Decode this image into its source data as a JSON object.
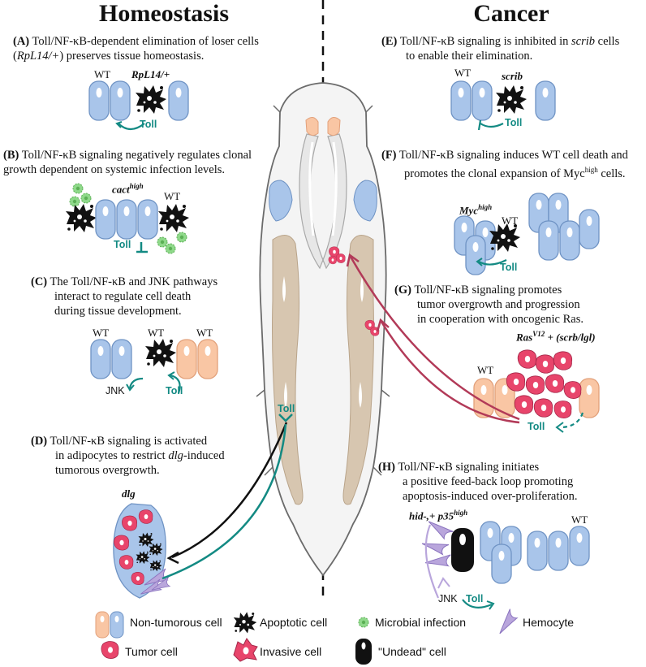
{
  "headers": {
    "left": "Homeostasis",
    "right": "Cancer"
  },
  "panels": {
    "A": {
      "letter": "(A)",
      "text1": "Toll/NF-κB-dependent elimination of loser cells",
      "text2a": "(",
      "text2i": "RpL14/+",
      "text2b": ") preserves tissue homeostasis.",
      "wt": "WT",
      "mutant": "RpL14/+",
      "toll": "Toll"
    },
    "B": {
      "letter": "(B)",
      "text1": "Toll/NF-κB signaling negatively regulates clonal",
      "text2": "growth dependent on systemic infection levels.",
      "mutant": "cact",
      "mutant_sup": "high",
      "wt": "WT",
      "toll": "Toll"
    },
    "C": {
      "letter": "(C)",
      "text1": "The Toll/NF-κB and JNK pathways",
      "text2": "interact to regulate cell death",
      "text3": "during tissue development.",
      "wt1": "WT",
      "wt2": "WT",
      "wt3": "WT",
      "jnk": "JNK",
      "toll": "Toll"
    },
    "D": {
      "letter": "(D)",
      "text1": "Toll/NF-κB signaling is activated",
      "text2a": "in adipocytes to restrict ",
      "text2i": "dlg",
      "text2b": "-induced",
      "text3": "tumorous overgrowth.",
      "mutant": "dlg",
      "toll": "Toll"
    },
    "E": {
      "letter": "(E)",
      "text1": "Toll/NF-κB signaling is inhibited in ",
      "text1i": "scrib",
      "text1b": " cells",
      "text2": "to enable their elimination.",
      "wt": "WT",
      "mutant": "scrib",
      "toll": "Toll"
    },
    "F": {
      "letter": "(F)",
      "text1": "Toll/NF-κB signaling induces WT cell death and",
      "text2a": "promotes the clonal expansion of Myc",
      "text2sup": "high",
      "text2b": " cells.",
      "mutant": "Myc",
      "mutant_sup": "high",
      "wt": "WT",
      "toll": "Toll"
    },
    "G": {
      "letter": "(G)",
      "text1": "Toll/NF-κB signaling promotes",
      "text2": "tumor overgrowth and progression",
      "text3": "in cooperation with oncogenic Ras.",
      "mutant_a": "Ras",
      "mutant_sup": "V12",
      "mutant_b": " + (scrb/lgl)",
      "wt": "WT",
      "toll": "Toll"
    },
    "H": {
      "letter": "(H)",
      "text1": "Toll/NF-κB signaling initiates",
      "text2": "a positive feed-back loop promoting",
      "text3": "apoptosis-induced over-proliferation.",
      "mutant_a": "hid-,+ p35",
      "mutant_sup": "high",
      "wt": "WT",
      "jnk": "JNK",
      "toll": "Toll"
    }
  },
  "larva_toll": "Toll",
  "legend": [
    {
      "icon": "non-tumorous-cell",
      "label": "Non-tumorous cell"
    },
    {
      "icon": "apoptotic-cell",
      "label": "Apoptotic cell"
    },
    {
      "icon": "microbial-infection",
      "label": "Microbial infection"
    },
    {
      "icon": "hemocyte",
      "label": "Hemocyte"
    },
    {
      "icon": "tumor-cell",
      "label": "Tumor cell"
    },
    {
      "icon": "invasive-cell",
      "label": "Invasive cell"
    },
    {
      "icon": "undead-cell",
      "label": "\"Undead\" cell"
    }
  ],
  "colors": {
    "blue_cell": "#a9c5ea",
    "blue_stroke": "#6f93c4",
    "peach_cell": "#f9c6a4",
    "peach_stroke": "#e2a07a",
    "tumor": "#e8456b",
    "toll_green": "#138a83",
    "arrow_red": "#b23a58",
    "fat_body": "#d7c6b0",
    "microbe": "#8fd98a",
    "hemocyte": "#b9a6dc"
  }
}
